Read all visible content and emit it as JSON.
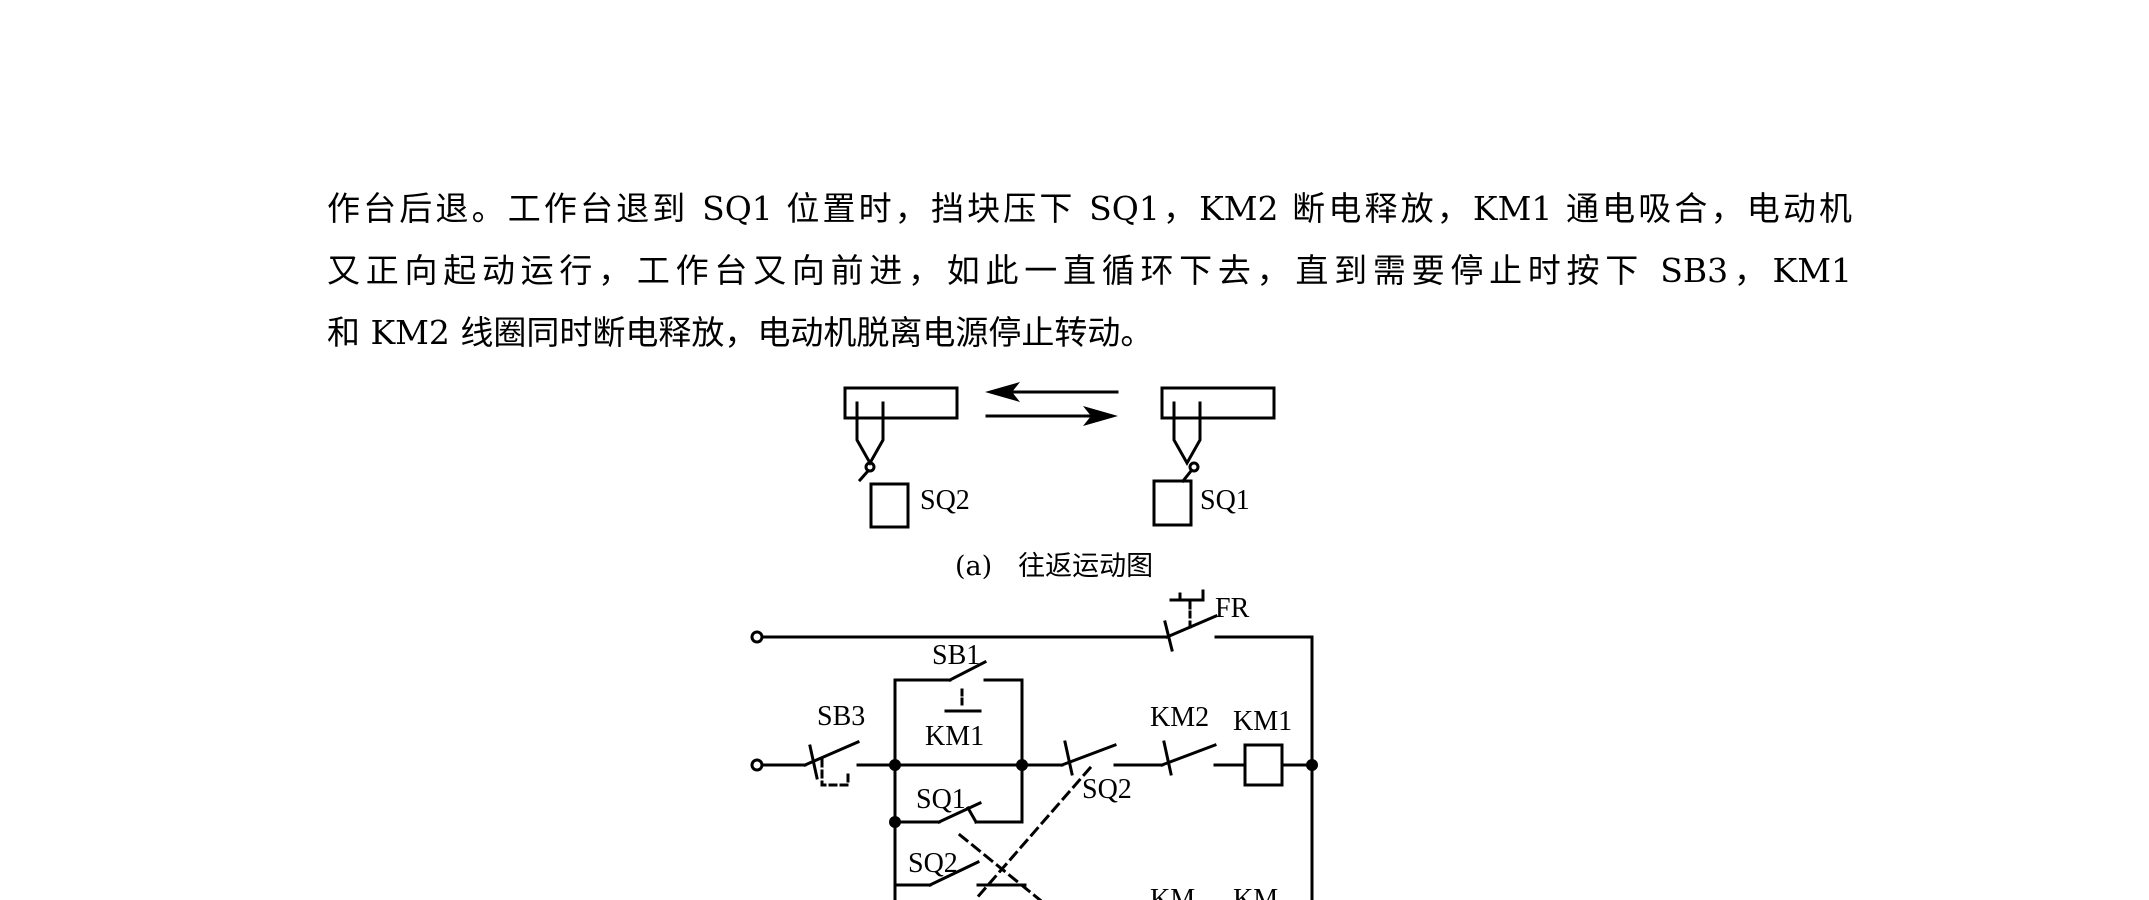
{
  "paragraph": {
    "lines": [
      "作台后退。工作台退到 SQ1 位置时，挡块压下 SQ1，KM2 断电释放，KM1 通电吸合，电动机",
      "又正向起动运行，工作台又向前进，如此一直循环下去，直到需要停止时按下 SB3，KM1",
      "和 KM2 线圈同时断电释放，电动机脱离电源停止转动。"
    ]
  },
  "figure_a": {
    "caption_tag": "(a)",
    "caption_text": "往返运动图",
    "labels": {
      "left_switch": "SQ2",
      "right_switch": "SQ1"
    }
  },
  "figure_b": {
    "labels": {
      "fr": "FR",
      "sb1": "SB1",
      "sb3": "SB3",
      "km1_aux": "KM1",
      "sq1_nc": "SQ1",
      "sq2_no": "SQ2",
      "sq2_nc": "SQ2",
      "km2_interlock": "KM2",
      "km1_coil": "KM1",
      "km_lower_a": "KM",
      "km_lower_b": "KM"
    }
  }
}
